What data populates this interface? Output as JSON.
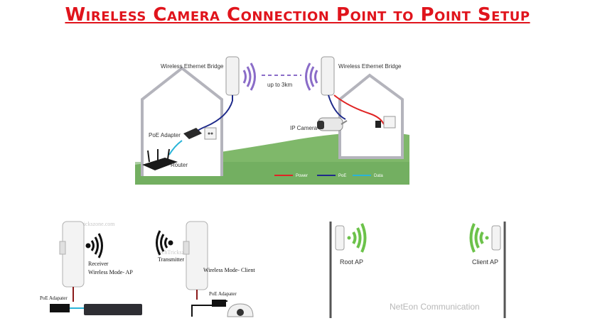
{
  "title": "Wireless Camera Connection Point to Point Setup",
  "top_diagram": {
    "bridge_left_label": "Wireless Ethernet Bridge",
    "bridge_right_label": "Wireless Ethernet Bridge",
    "distance_label": "up to 3km",
    "poe_adapter_label": "PoE Adapter",
    "router_label": "Router",
    "ip_camera_label": "IP Camera",
    "legend": [
      {
        "label": "Power",
        "color": "#e02424"
      },
      {
        "label": "PoE",
        "color": "#1e2a8a"
      },
      {
        "label": "Data",
        "color": "#2ab4d8"
      }
    ]
  },
  "bottom_left": {
    "watermark": "TechTrickszone.com",
    "watermark2": "TechTrickszone",
    "receiver_label": "Receiver",
    "receiver_mode": "Wireless Mode- AP",
    "transmitter_label": "Transmitter",
    "transmitter_mode": "Wireless Mode- Client",
    "poe_left": "PoE Adapater",
    "poe_right": "PoE Adapater"
  },
  "bottom_right": {
    "root_ap": "Root AP",
    "client_ap": "Client AP",
    "brand": "NetEon Communication"
  },
  "colors": {
    "title": "#e0141c",
    "wifi_green": "#6cc24a",
    "wifi_purple": "#8a6cc8"
  }
}
